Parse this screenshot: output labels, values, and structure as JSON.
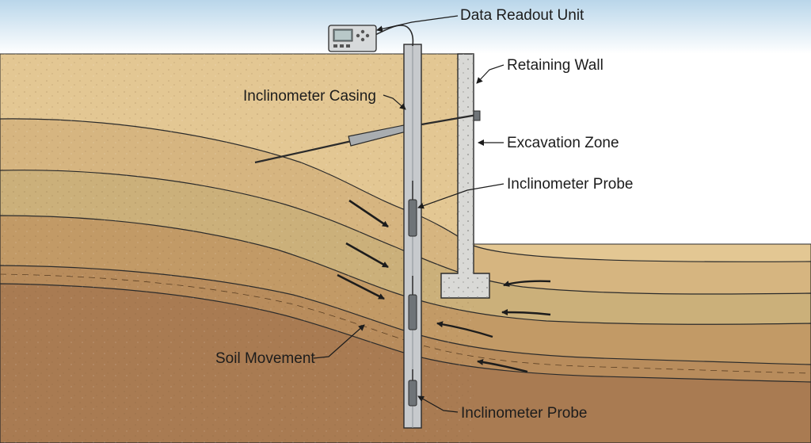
{
  "labels": {
    "data_readout_unit": "Data Readout Unit",
    "retaining_wall": "Retaining Wall",
    "inclinometer_casing": "Inclinometer Casing",
    "excavation_zone": "Excavation Zone",
    "inclinometer_probe_upper": "Inclinometer Probe",
    "soil_movement": "Soil Movement",
    "inclinometer_probe_lower": "Inclinometer Probe"
  },
  "colors": {
    "sky_top": "#b9d6ea",
    "sky_bottom": "#ffffff",
    "topsoil": "#e3c793",
    "layer_light": "#d6b580",
    "layer_olive": "#cbb07a",
    "layer_mid": "#c29a66",
    "layer_band": "#b88c5c",
    "layer_deep": "#a97b52",
    "concrete": "#d9d9d6",
    "casing": "#c7cacd",
    "probe": "#6f7478",
    "outline": "#2b2b2b"
  },
  "icons": [
    "data-readout-device-icon",
    "movement-arrow-icon",
    "tieback-anchor-icon"
  ]
}
